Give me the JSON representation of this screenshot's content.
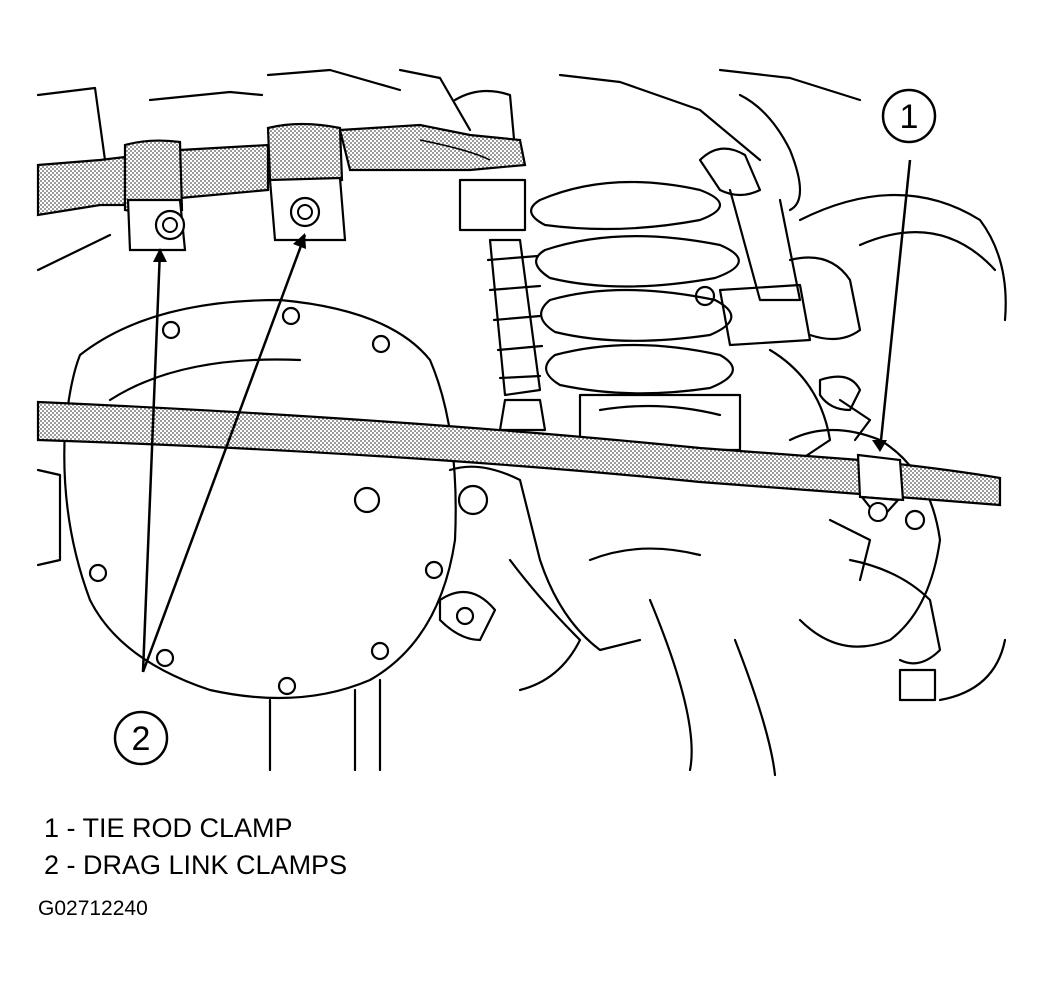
{
  "colors": {
    "line": "#000000",
    "background": "#ffffff",
    "shade": "#c8c8c8"
  },
  "diagram": {
    "callouts": [
      {
        "id": "1",
        "target": "tie-rod-clamp"
      },
      {
        "id": "2",
        "target": "drag-link-clamps"
      }
    ]
  },
  "legend": {
    "items": [
      {
        "text": "1 - TIE ROD CLAMP"
      },
      {
        "text": "2 - DRAG LINK CLAMPS"
      }
    ]
  },
  "figure_id": "G02712240"
}
